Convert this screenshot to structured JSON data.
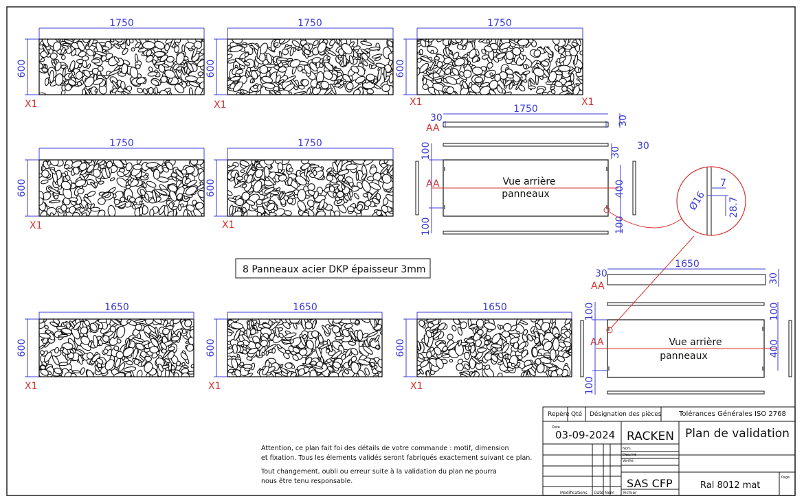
{
  "panels_top": [
    {
      "width": "1750",
      "height": "600",
      "qty": "X1"
    },
    {
      "width": "1750",
      "height": "600",
      "qty": "X1"
    },
    {
      "width": "1750",
      "height": "600",
      "qty": "X1",
      "qty_right": "X1"
    },
    {
      "width": "1750",
      "height": "600",
      "qty": "X1"
    },
    {
      "width": "1750",
      "height": "600",
      "qty": "X1"
    }
  ],
  "panels_bottom": [
    {
      "width": "1650",
      "height": "600",
      "qty": "X1"
    },
    {
      "width": "1650",
      "height": "600",
      "qty": "X1"
    },
    {
      "width": "1650",
      "height": "600",
      "qty": "X1"
    }
  ],
  "rear_view_1": {
    "top_width": "1750",
    "d30_a": "30",
    "d30_b": "30",
    "d30_c": "30",
    "d30_d": "30",
    "section": "AA",
    "d100_top": "100",
    "d400": "400",
    "d100_bottom": "100",
    "label_line1": "Vue arrière",
    "label_line2": "panneaux"
  },
  "rear_view_2": {
    "top_width": "1650",
    "d30_a": "30",
    "d30_b": "30",
    "section": "AA",
    "d100_top": "100",
    "d100_right": "100",
    "d400": "400",
    "d100_bottom": "100",
    "label_line1": "Vue arrière",
    "label_line2": "panneaux"
  },
  "detail": {
    "diameter": "Ø16",
    "d7": "7",
    "d28_7": "28.7"
  },
  "material_note": "8 Panneaux acier DKP épaisseur 3mm",
  "disclaimer": {
    "line1": "Attention, ce plan fait foi des détails de votre commande : motif, dimension",
    "line2": "et fixation. Tous les élements validés seront fabriqués exactement suivant ce  plan.",
    "line3": "Tout changement, oubli ou erreur suite à la validation du plan ne pourra",
    "line4": "nous être tenu responsable."
  },
  "title_block": {
    "col_repere": "Repère",
    "col_qte": "Qté",
    "col_designation": "Désignation des pièces",
    "tolerances": "Tolérances Générales  ISO 2768",
    "date_label": "Date",
    "date": "03-09-2024",
    "client": "RACKEN",
    "title": "Plan de validation",
    "nom": "Nom",
    "dessine": "Dessiné",
    "verifie": "Vérifié",
    "company": "SAS CFP",
    "finish": "Ral 8012 mat",
    "page": "Page",
    "modifications": "Modifications",
    "date_col": "Date",
    "nom_col": "Nom",
    "fichier": "Fichier"
  },
  "colors": {
    "dimension": "#3b3bd6",
    "quantity": "#d7322e",
    "line": "#111111"
  }
}
